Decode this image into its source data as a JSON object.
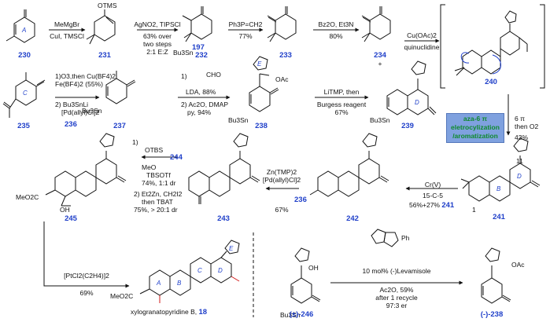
{
  "compounds": {
    "c230": "230",
    "c231": "231",
    "c232": "232",
    "c233": "233",
    "c234": "234",
    "c240": "240",
    "c235": "235",
    "c237": "237",
    "c238": "238",
    "c239": "239",
    "c241": "241",
    "c245": "245",
    "c243": "243",
    "c242": "242",
    "c246": "(±)-246",
    "c238b": "(-)-238",
    "c197": "197",
    "c236": "236",
    "c236b": "236",
    "c244": "244",
    "final_name": "xylogranatopyridine B, ",
    "final_num": "18"
  },
  "conditions": {
    "s1_top": "MeMgBr",
    "s1_bot": "CuI, TMSCl",
    "s2_top": "AgNO2, TIPSCl",
    "s2_b1": "63% over",
    "s2_b2": "two steps",
    "s2_b3": "2:1 E:Z",
    "s3_top": "Ph3P=CH2",
    "s3_bot": "77%",
    "s4_top": "Bz2O, Et3N",
    "s4_bot": "80%",
    "s5_top": "Cu(OAc)2",
    "s5_bot": "quinuclidine",
    "plus": "+",
    "r2_a1": "1)O3,then Cu(BF4)2",
    "r2_a2": "Fe(BF4)2 (55%)",
    "r2_a3": "2) Bu3SnLi",
    "r2_a4": "[Pd(allyl)Cl]2",
    "r2_b1": "1)",
    "r2_b2": "LDA, 88%",
    "r2_b3": "2) Ac2O, DMAP",
    "r2_b4": "py, 94%",
    "r2_c1": "LiTMP, then",
    "r2_c2": "Burgess reagent",
    "r2_c3": "67%",
    "v1": "6 π",
    "v2": "then O2",
    "v3": "43%",
    "r3_a1": "Cr(V)",
    "r3_a2": "15-C-5",
    "r3_a3": "56%+27% ",
    "r3_b1": "Zn(TMP)2",
    "r3_b2": "[Pd(allyl)Cl]2",
    "r3_b3": "67%",
    "r3_c1": "1)",
    "r3_c2": "TBSOTf",
    "r3_c3": "74%, 1:1 dr",
    "r3_c4": "2) Et2Zn, CH2I2",
    "r3_c5": "then TBAT",
    "r3_c6": "75%, > 20:1 dr",
    "r4_a1": "[PtCl2(C2H4)]2",
    "r4_a2": "69%",
    "r4_b1": "10 mol% (-)Levamisole",
    "r4_b2": "Ac2O, 59%",
    "r4_b3": "after 1 recycle",
    "r4_b4": "97:3 er"
  },
  "box": {
    "line1": "aza-6 π",
    "line2": "eletrocylization",
    "line3": "/aromatization"
  },
  "labels": {
    "otms": "OTMS",
    "otbs": "OTBS",
    "meo": "MeO",
    "oac1": "OAc",
    "oac2": "OAc",
    "oh1": "OH",
    "oh2": "OH",
    "cho": "CHO",
    "bu3sn1": "Bu3Sn",
    "bu3sn2": "Bu3Sn",
    "bu3sn3": "Bu3Sn",
    "bu3sn4": "Bu3Sn",
    "bu3sn5": "Bu3Sn",
    "co2me1": "MeO2C",
    "co2me2": "MeO2C",
    "num11": "11",
    "num1": "1",
    "ph": "Ph"
  },
  "rings": {
    "A1": "A",
    "C1": "C",
    "E1": "E",
    "D1": "D",
    "B1": "B",
    "D2": "D",
    "A2": "A",
    "B2": "B",
    "C2": "C",
    "D3": "D",
    "E2": "E"
  },
  "colors": {
    "compound": "#1f3fc9",
    "ring": "#1f3fc9",
    "box_fill": "#7fa1df",
    "box_text": "#0f8a2e",
    "red": "#d11a1a"
  }
}
